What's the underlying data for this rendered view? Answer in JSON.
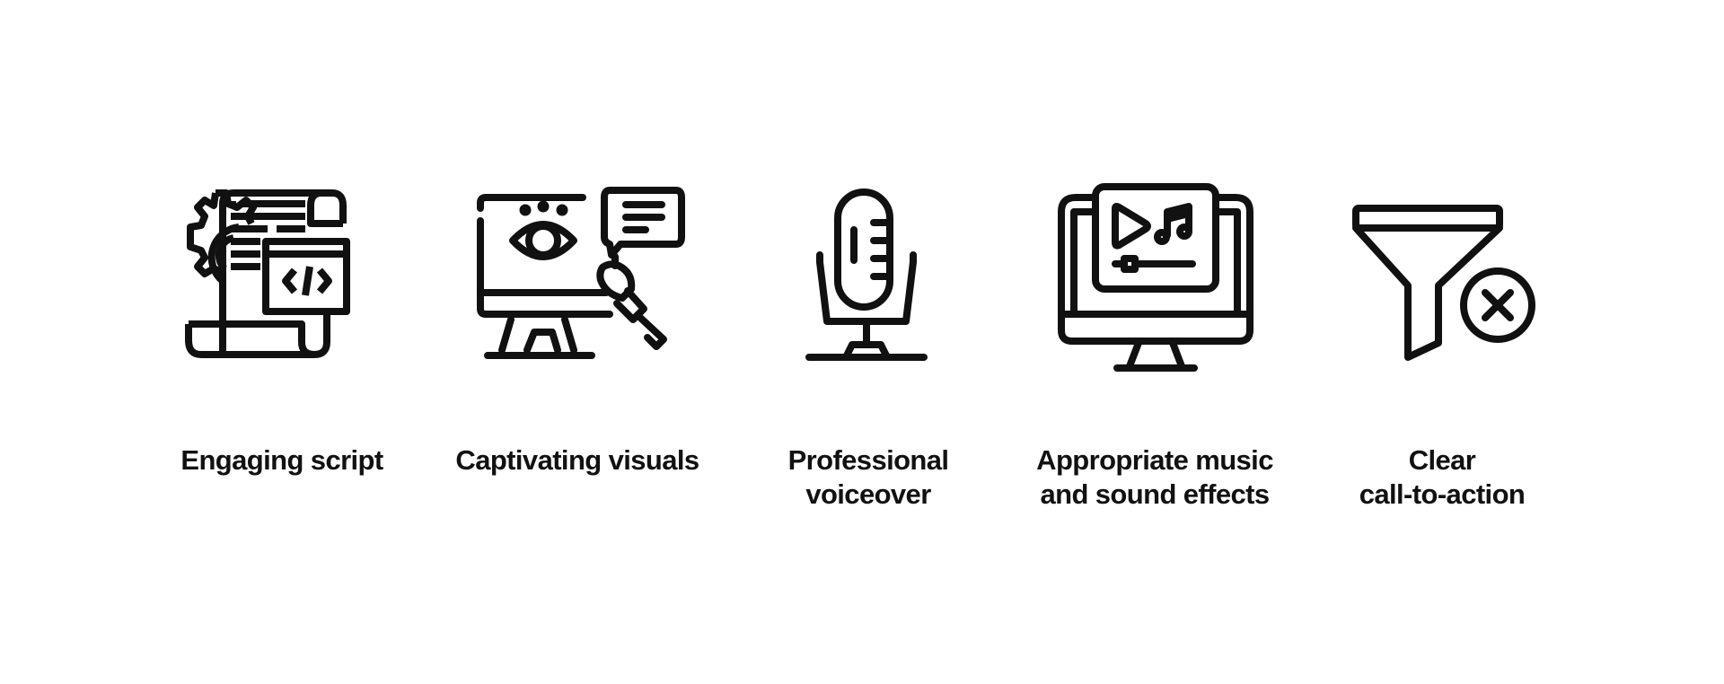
{
  "colors": {
    "background": "#ffffff",
    "ink": "#111111"
  },
  "features": [
    {
      "icon": "script-code-gear-icon",
      "label_lines": [
        "Engaging script"
      ]
    },
    {
      "icon": "monitor-eye-brush-icon",
      "label_lines": [
        "Captivating visuals"
      ]
    },
    {
      "icon": "microphone-icon",
      "label_lines": [
        "Professional",
        "voiceover"
      ]
    },
    {
      "icon": "monitor-media-player-icon",
      "label_lines": [
        "Appropriate music",
        "and sound effects"
      ]
    },
    {
      "icon": "funnel-cancel-icon",
      "label_lines": [
        "Clear",
        "call-to-action"
      ]
    }
  ]
}
